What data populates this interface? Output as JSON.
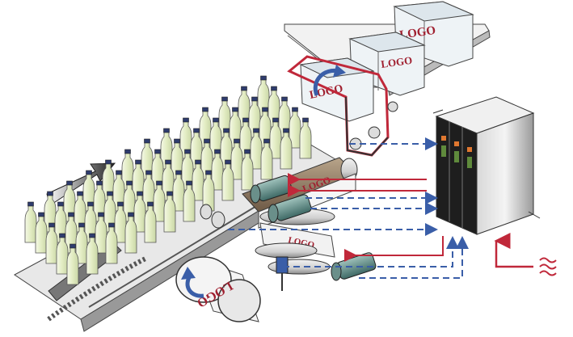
{
  "illustration": {
    "packs": [
      {
        "logo": "LOGO"
      },
      {
        "logo": "LOGO"
      },
      {
        "logo": "LOGO"
      }
    ],
    "film_roll_logo": "LOGO",
    "film_web_logo": "LOGO",
    "wrap_logo": "LOGO"
  },
  "colors": {
    "signal_red": "#c0283a",
    "signal_blue": "#3a5ea8",
    "bottle_green": "#e6f0c8",
    "cabinet_dark": "#1e1e1e",
    "indicator_orange": "#e07830",
    "indicator_green": "#5f8a3c"
  },
  "icons": [
    "direction-arrow-icon",
    "rotation-arrow-icon",
    "signal-wave-icon",
    "control-cabinet-icon"
  ]
}
